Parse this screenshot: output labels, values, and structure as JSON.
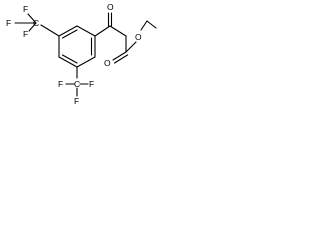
{
  "molecule": {
    "atoms": {
      "oxygen_ketone": "O",
      "oxygen_ester_carbonyl": "O",
      "oxygen_ester_ether": "O",
      "cf3_top": {
        "c": "C",
        "f1": "F",
        "f2": "F",
        "f3": "F"
      },
      "cf3_bottom": {
        "c": "C",
        "f1": "F",
        "f2": "F",
        "f3": "F"
      }
    }
  }
}
